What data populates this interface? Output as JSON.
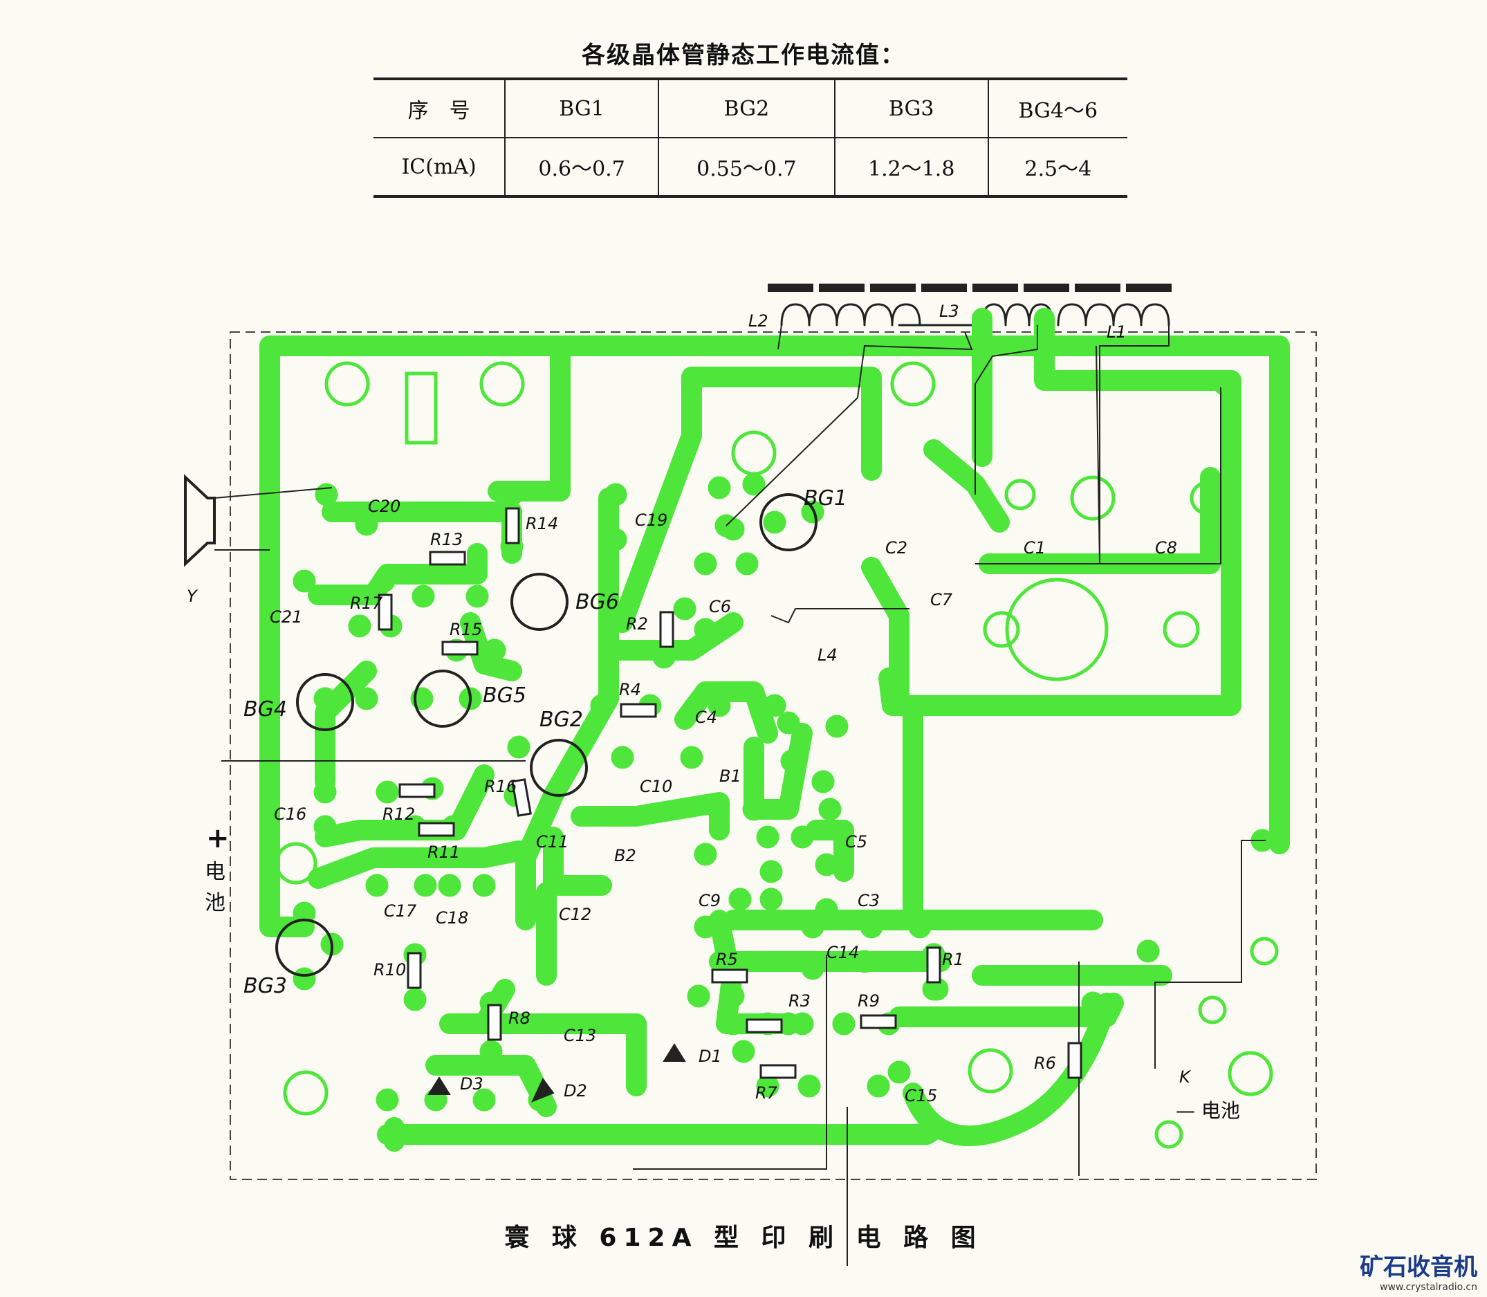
{
  "table": {
    "title": "各级晶体管静态工作电流值：",
    "header": [
      "序　号",
      "BG1",
      "BG2",
      "BG3",
      "BG4～6"
    ],
    "row": [
      "IC(mA)",
      "0.6～0.7",
      "0.55～0.7",
      "1.2～1.8",
      "2.5～4"
    ]
  },
  "caption": "寰 球 612A 型 印 刷 电 路 图",
  "colors": {
    "copper": "#4ee63a",
    "background": "#fbfbf4",
    "ink": "#111111"
  },
  "labels": {
    "speaker": "Y",
    "bat_plus": "+",
    "bat_word1": "电",
    "bat_word2": "池",
    "bat_minus": "— 电池",
    "switch": "K",
    "L2": "L2",
    "L3": "L3",
    "L1": "L1",
    "L4": "L4",
    "B1": "B1",
    "B2": "B2",
    "BG1": "BG1",
    "BG2": "BG2",
    "BG3": "BG3",
    "BG4": "BG4",
    "BG5": "BG5",
    "BG6": "BG6",
    "C1": "C1",
    "C2": "C2",
    "C3": "C3",
    "C4": "C4",
    "C5": "C5",
    "C6": "C6",
    "C7": "C7",
    "C8": "C8",
    "C9": "C9",
    "C10": "C10",
    "C11": "C11",
    "C12": "C12",
    "C13": "C13",
    "C14": "C14",
    "C15": "C15",
    "C16": "C16",
    "C17": "C17",
    "C18": "C18",
    "C19": "C19",
    "C20": "C20",
    "C21": "C21",
    "R1": "R1",
    "R2": "R2",
    "R3": "R3",
    "R4": "R4",
    "R5": "R5",
    "R6": "R6",
    "R7": "R7",
    "R8": "R8",
    "R9": "R9",
    "R10": "R10",
    "R11": "R11",
    "R12": "R12",
    "R14": "R14",
    "R15": "R15",
    "R16": "R16",
    "R13": "R13",
    "R17": "R17",
    "D1": "D1",
    "D2": "D2",
    "D3": "D3"
  },
  "logo": {
    "name": "矿石收音机",
    "url": "www.crystalradio.cn"
  }
}
